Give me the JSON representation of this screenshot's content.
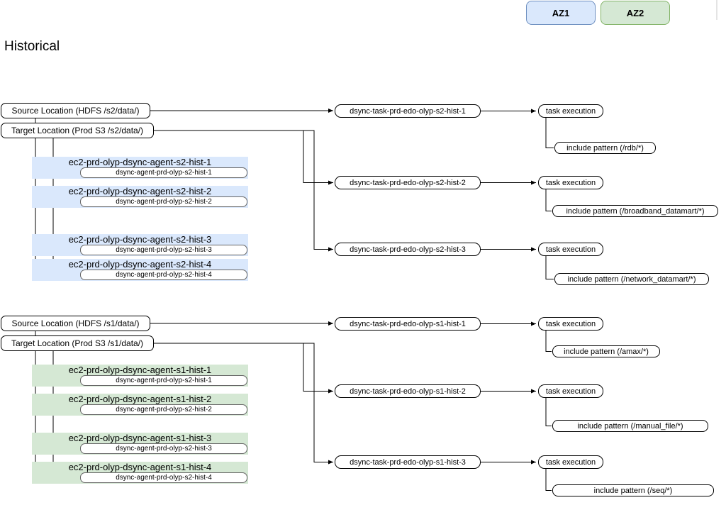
{
  "title": "Historical",
  "legend": {
    "az1": "AZ1",
    "az2": "AZ2",
    "az1_fill": "#dae8fc",
    "az1_border": "#6c8ebf",
    "az2_fill": "#d5e8d4",
    "az2_border": "#82b366"
  },
  "s2": {
    "source": "Source Location (HDFS /s2/data/)",
    "target": "Target Location (Prod S3 /s2/data/)",
    "agents": [
      {
        "name": "ec2-prd-olyp-dsync-agent-s2-hist-1",
        "daemon": "dsync-agent-prd-olyp-s2-hist-1"
      },
      {
        "name": "ec2-prd-olyp-dsync-agent-s2-hist-2",
        "daemon": "dsync-agent-prd-olyp-s2-hist-2"
      },
      {
        "name": "ec2-prd-olyp-dsync-agent-s2-hist-3",
        "daemon": "dsync-agent-prd-olyp-s2-hist-3"
      },
      {
        "name": "ec2-prd-olyp-dsync-agent-s2-hist-4",
        "daemon": "dsync-agent-prd-olyp-s2-hist-4"
      }
    ],
    "tasks": [
      {
        "name": "dsync-task-prd-edo-olyp-s2-hist-1",
        "execution": "task execution",
        "pattern": "include pattern (/rdb/*)"
      },
      {
        "name": "dsync-task-prd-edo-olyp-s2-hist-2",
        "execution": "task execution",
        "pattern": "include pattern (/broadband_datamart/*)"
      },
      {
        "name": "dsync-task-prd-edo-olyp-s2-hist-3",
        "execution": "task execution",
        "pattern": "include pattern (/network_datamart/*)"
      }
    ]
  },
  "s1": {
    "source": "Source Location (HDFS /s1/data/)",
    "target": "Target Location (Prod S3 /s1/data/)",
    "agents": [
      {
        "name": "ec2-prd-olyp-dsync-agent-s1-hist-1",
        "daemon": "dsync-agent-prd-olyp-s2-hist-1"
      },
      {
        "name": "ec2-prd-olyp-dsync-agent-s1-hist-2",
        "daemon": "dsync-agent-prd-olyp-s2-hist-2"
      },
      {
        "name": "ec2-prd-olyp-dsync-agent-s1-hist-3",
        "daemon": "dsync-agent-prd-olyp-s2-hist-3"
      },
      {
        "name": "ec2-prd-olyp-dsync-agent-s1-hist-4",
        "daemon": "dsync-agent-prd-olyp-s2-hist-4"
      }
    ],
    "tasks": [
      {
        "name": "dsync-task-prd-edo-olyp-s1-hist-1",
        "execution": "task execution",
        "pattern": "include pattern (/amax/*)"
      },
      {
        "name": "dsync-task-prd-edo-olyp-s1-hist-2",
        "execution": "task execution",
        "pattern": "include pattern (/manual_file/*)"
      },
      {
        "name": "dsync-task-prd-edo-olyp-s1-hist-3",
        "execution": "task execution",
        "pattern": "include pattern (/seq/*)"
      }
    ]
  }
}
